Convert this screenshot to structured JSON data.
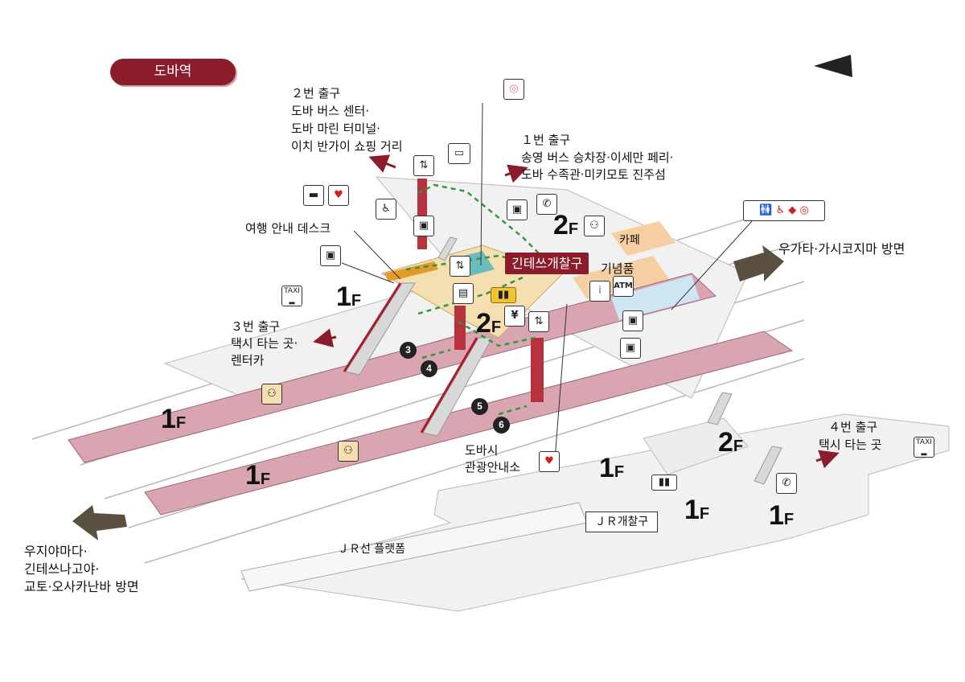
{
  "station_name": "도바역",
  "exits": {
    "exit2": {
      "title": "２번 출구",
      "line1": "도바 버스 센터·",
      "line2": "도바 마린 터미널·",
      "line3": "이치 반가이 쇼핑 거리"
    },
    "exit1": {
      "title": "１번 출구",
      "line1": "송영 버스 승차장·이세만 페리·",
      "line2": "도바 수족관·미키모토 진주섬"
    },
    "exit3": {
      "title": "３번 출구",
      "line1": "택시 타는 곳·",
      "line2": "렌터카"
    },
    "exit4": {
      "title": "４번 출구",
      "line1": "택시 타는 곳"
    }
  },
  "places": {
    "travel_desk": "여행 안내 데스크",
    "cafe": "카페",
    "souvenir": "기념품",
    "tourist_office_l1": "도바시",
    "tourist_office_l2": "관광안내소",
    "kintetsu_gate": "긴테쓰개찰구",
    "jr_gate": "ＪＲ개찰구",
    "jr_platform": "ＪＲ선 플랫폼"
  },
  "directions": {
    "east": "우가타·가시코지마 방면",
    "west_l1": "우지야마다·",
    "west_l2": "긴테쓰나고야·",
    "west_l3": "교토·오사카난바 방면"
  },
  "floors": {
    "ground_num": "1",
    "upper_num": "2",
    "suffix": "F"
  },
  "platform_numbers": [
    "3",
    "4",
    "5",
    "6"
  ],
  "icons": {
    "taxi_text": "TAXI",
    "atm_text": "ATM",
    "yen_text": "¥"
  },
  "colors": {
    "accent": "#8b1c2b",
    "platform": "#d9a5b0",
    "concourse": "#f5deb0",
    "path": "#2e9a3a"
  }
}
